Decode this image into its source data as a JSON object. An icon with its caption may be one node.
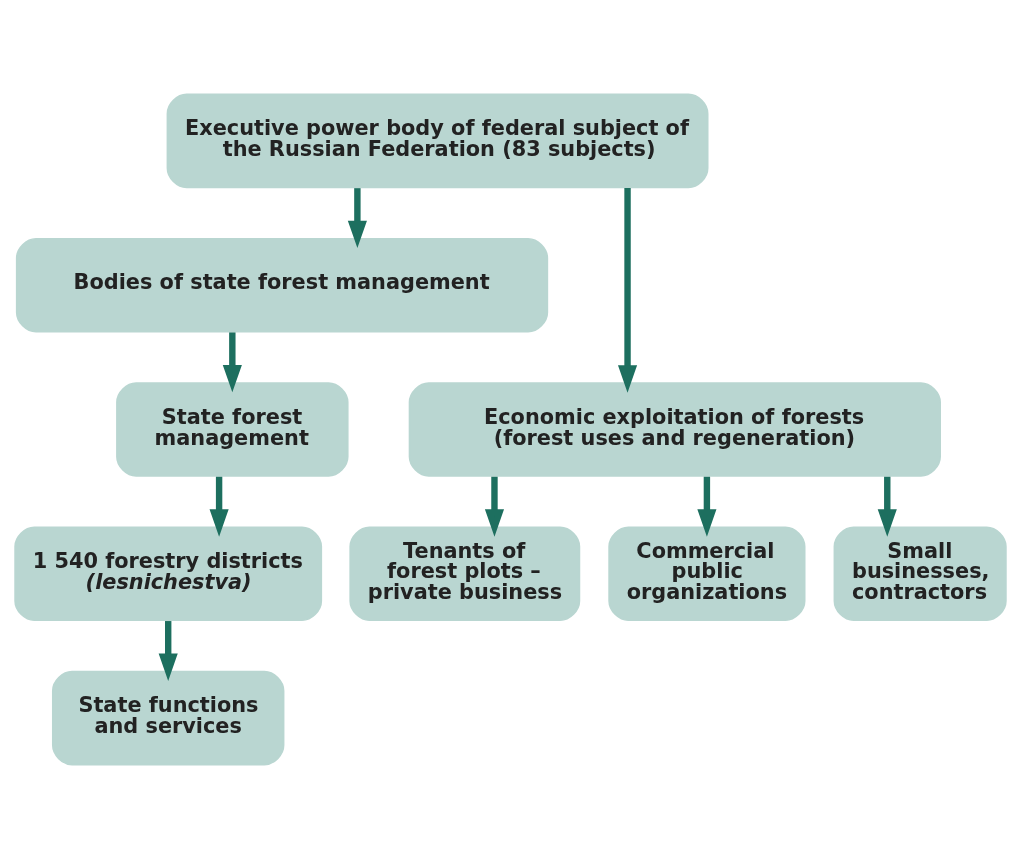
{
  "diagram": {
    "nodes": [
      {
        "text": [
          "Executive power body of federal subject of the Russian Federation (83 subjects)"
        ]
      },
      {
        "text": [
          "Bodies of state forest management"
        ]
      },
      {
        "text": [
          "State forest management"
        ]
      },
      {
        "text": [
          "Economic exploitation of forests (forest uses and regeneration)"
        ]
      },
      {
        "text": [
          "1 540 forestry districts",
          "(lesnichestva)"
        ]
      },
      {
        "text": [
          "State functions and services"
        ]
      },
      {
        "text": [
          "Tenants of forest plots – private business"
        ]
      },
      {
        "text": [
          "Commercial public organizations"
        ]
      },
      {
        "text": [
          "Small businesses, contractors"
        ]
      }
    ],
    "edges": [
      {
        "from": 0,
        "to": 1,
        "arrow": "to"
      },
      {
        "from": 0,
        "to": 3,
        "arrow": "to"
      },
      {
        "from": 1,
        "to": 2,
        "arrow": "to"
      },
      {
        "from": 2,
        "to": 4,
        "arrow": "to"
      },
      {
        "from": 4,
        "to": 5,
        "arrow": "to"
      },
      {
        "from": 3,
        "to": 6,
        "arrow": "to"
      },
      {
        "from": 3,
        "to": 7,
        "arrow": "to"
      },
      {
        "from": 3,
        "to": 8,
        "arrow": "to"
      }
    ]
  }
}
